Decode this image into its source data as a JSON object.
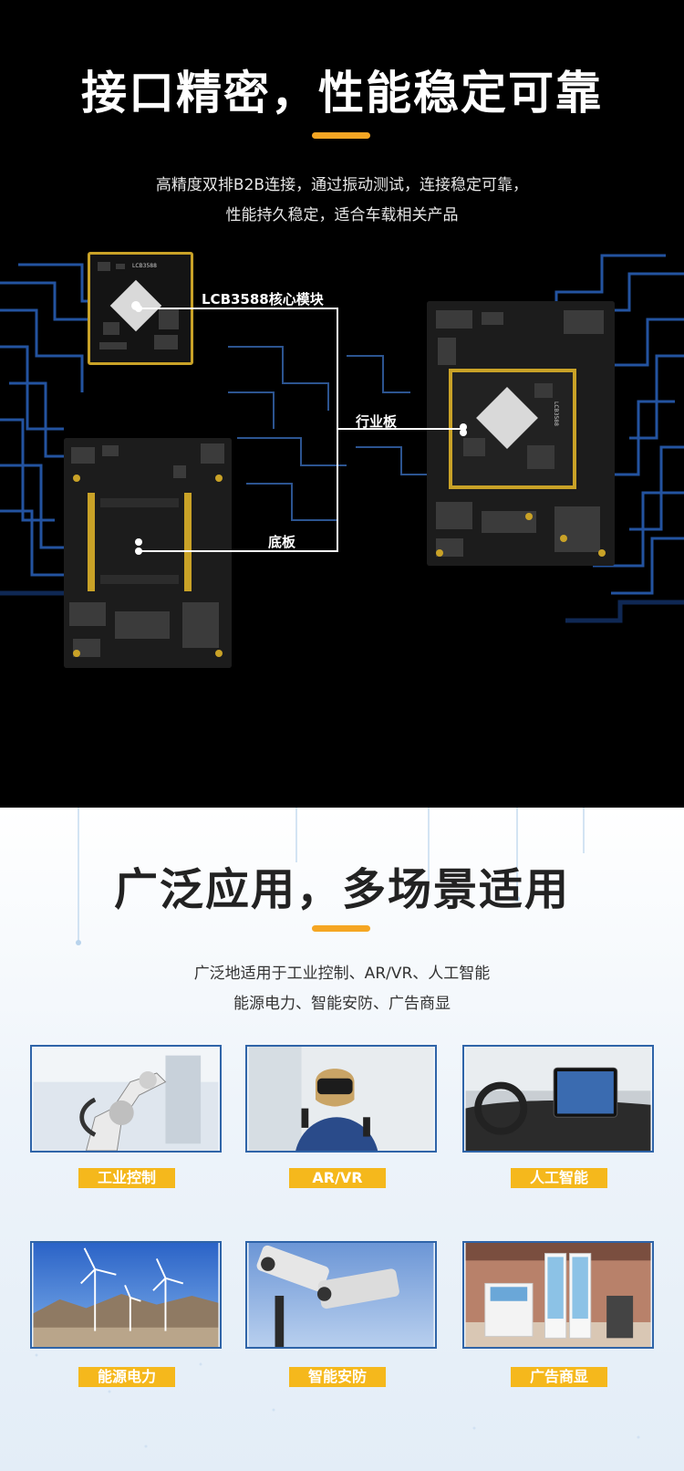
{
  "top": {
    "title": "接口精密，性能稳定可靠",
    "subtitle_line1": "高精度双排B2B连接，通过振动测试，连接稳定可靠，",
    "subtitle_line2": "性能持久稳定，适合车载相关产品",
    "labels": {
      "core_module": "LCB3588核心模块",
      "industry_board": "行业板",
      "base_board": "底板"
    },
    "chip_marking_small": "LCB3588",
    "chip_marking_big": "LCB3588",
    "accent_color": "#f5a623"
  },
  "bottom": {
    "title": "广泛应用，多场景适用",
    "subtitle_line1": "广泛地适用于工业控制、AR/VR、人工智能",
    "subtitle_line2": "能源电力、智能安防、广告商显",
    "applications": [
      {
        "label": "工业控制",
        "image": "industrial-robot-arm"
      },
      {
        "label": "AR/VR",
        "image": "vr-headset-user"
      },
      {
        "label": "人工智能",
        "image": "car-dashboard-screen"
      },
      {
        "label": "能源电力",
        "image": "wind-turbines"
      },
      {
        "label": "智能安防",
        "image": "security-cameras"
      },
      {
        "label": "广告商显",
        "image": "display-kiosks"
      }
    ],
    "label_color": "#f5b81c",
    "card_border_color": "#2f64a8"
  }
}
